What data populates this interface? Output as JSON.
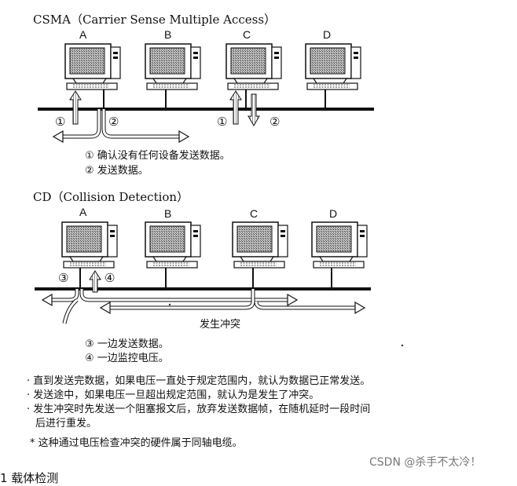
{
  "csma": {
    "title": "CSMA（Carrier Sense Multiple Access）",
    "nodes": [
      "A",
      "B",
      "C",
      "D"
    ],
    "markers": [
      "①",
      "②",
      "①",
      "②"
    ],
    "legend": [
      "① 确认没有任何设备发送数据。",
      "② 发送数据。"
    ]
  },
  "cd": {
    "title": "CD（Collision Detection）",
    "nodes": [
      "A",
      "B",
      "C",
      "D"
    ],
    "markers": [
      "③",
      "④"
    ],
    "collision_label": "发生冲突",
    "legend": [
      "③ 一边发送数据。",
      "④ 一边监控电压。"
    ]
  },
  "notes": [
    "· 直到发送完数据，如果电压一直处于规定范围内，就认为数据已正常发送。",
    "· 发送途中，如果电压一旦超出规定范围，就认为是发生了冲突。",
    "· 发生冲突时先发送一个阻塞报文后，放弃发送数据帧，在随机延时一段时间",
    "后进行重发。"
  ],
  "footnote": "* 这种通过电压检查冲突的硬件属于同轴电缆。",
  "watermark": "CSDN @杀手不太冷！",
  "bottom_partial": "1 载体检测"
}
